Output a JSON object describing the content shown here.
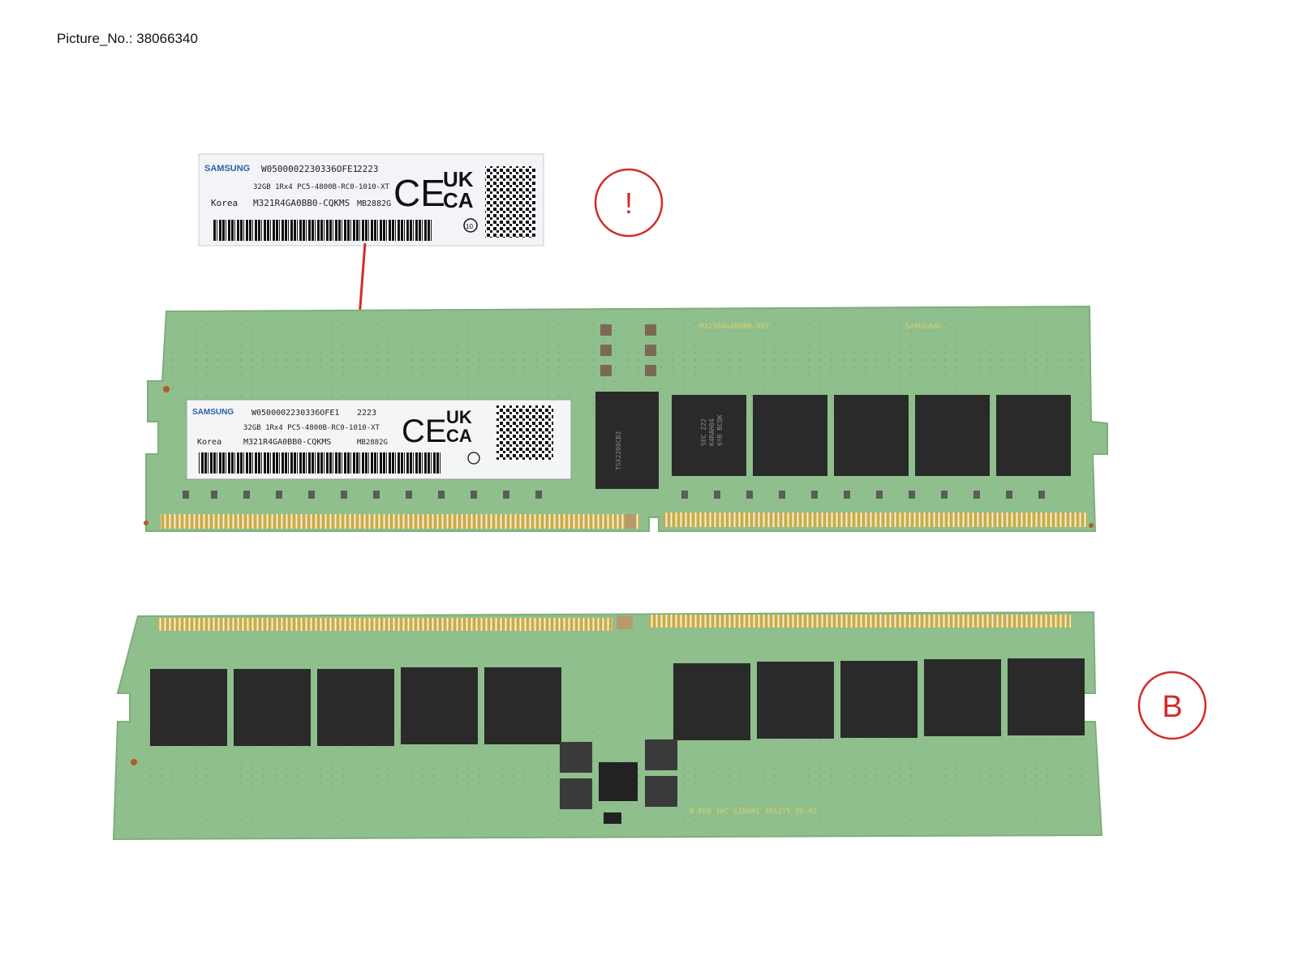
{
  "picture_number": "Picture_No.: 38066340",
  "callouts": {
    "top": "!",
    "bottom": "B"
  },
  "label": {
    "brand": "SAMSUNG",
    "serial": "W0500002230336OFE1",
    "date_code": "2223",
    "spec": "32GB 1Rx4 PC5-4800B-RC0-1010-XT",
    "origin": "Korea",
    "part_number": "M321R4GA0BB0-CQKMS",
    "lot": "MB2882G",
    "ce_mark": "CE",
    "ukca_top": "UK",
    "ukca_bottom": "CA",
    "recycle": "10"
  },
  "module": {
    "silk_part": "M321R4GA0BB0-V07",
    "silk_brand": "SAMSUNG",
    "chip_text_line1": "SEC 222",
    "chip_text_line2": "K4RAH04",
    "chip_text_line3": "6YB BCQK",
    "rcd_text": "TSX2208CB2",
    "back_silk": "0-KR8 1WC LINGNI 481ZYX 90-02"
  },
  "colors": {
    "pcb": "#8fbf8c",
    "pcb_edge": "#7fae7c",
    "gold": "#c9ac4a",
    "chip": "#2a2a2a",
    "callout": "#d42a2a",
    "leader": "#d42a2a"
  },
  "icons": [
    "qr-code-icon",
    "barcode-icon",
    "ce-mark-icon",
    "ukca-mark-icon"
  ]
}
